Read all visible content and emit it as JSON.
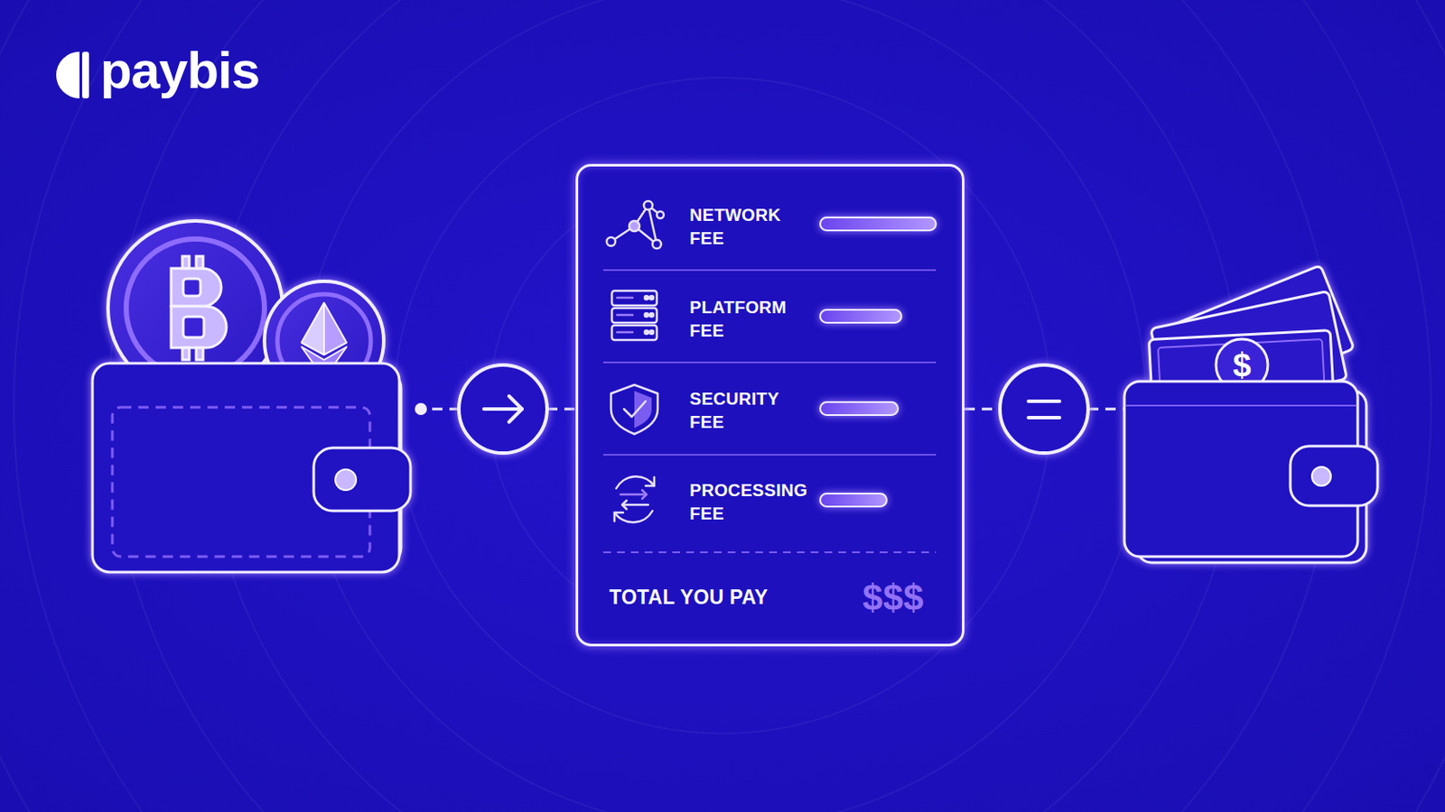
{
  "diagram": {
    "nodes": [
      {
        "text": [
          "NETWORK FEE",
          "PLATFORM FEE",
          "SECURITY FEE",
          "PROCESSING FEE",
          "TOTAL YOU PAY",
          "$$$"
        ]
      }
    ],
    "labels": [
      "paybis",
      "$"
    ]
  }
}
